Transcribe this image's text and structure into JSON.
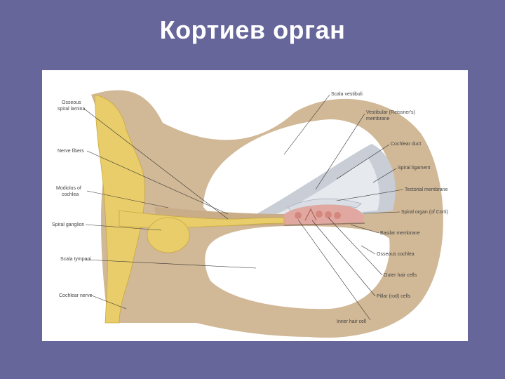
{
  "slide": {
    "title": "Кортиев орган"
  },
  "labels": {
    "osseous_spiral_lamina_1": "Osseous",
    "osseous_spiral_lamina_2": "spiral lamina",
    "nerve_fibers": "Nerve fibers",
    "modiolus_1": "Modiolus of",
    "modiolus_2": "cochlea",
    "spiral_ganglion": "Spiral ganglion",
    "scala_tympani": "Scala tympani",
    "cochlear_nerve": "Cochlear nerve",
    "scala_vestibuli": "Scala vestibuli",
    "vestibular_membrane_1": "Vestibular (Reissner's)",
    "vestibular_membrane_2": "membrane",
    "cochlear_duct": "Cochlear duct",
    "spiral_ligament": "Spiral ligament",
    "tectorial_membrane": "Tectorial membrane",
    "spiral_organ": "Spiral organ (of Corti)",
    "basilar_membrane": "Basilar membrane",
    "osseous_cochlea": "Osseous cochlea",
    "outer_hair_cells": "Outer hair cells",
    "pillar_cells": "Pillar (rod) cells",
    "inner_hair_cell": "Inner hair cell"
  },
  "colors": {
    "background": "#66669a",
    "bone": "#d1b896",
    "nerve": "#e8cd6a",
    "membrane": "#c8cdd6",
    "organ": "#e0a8a0"
  }
}
